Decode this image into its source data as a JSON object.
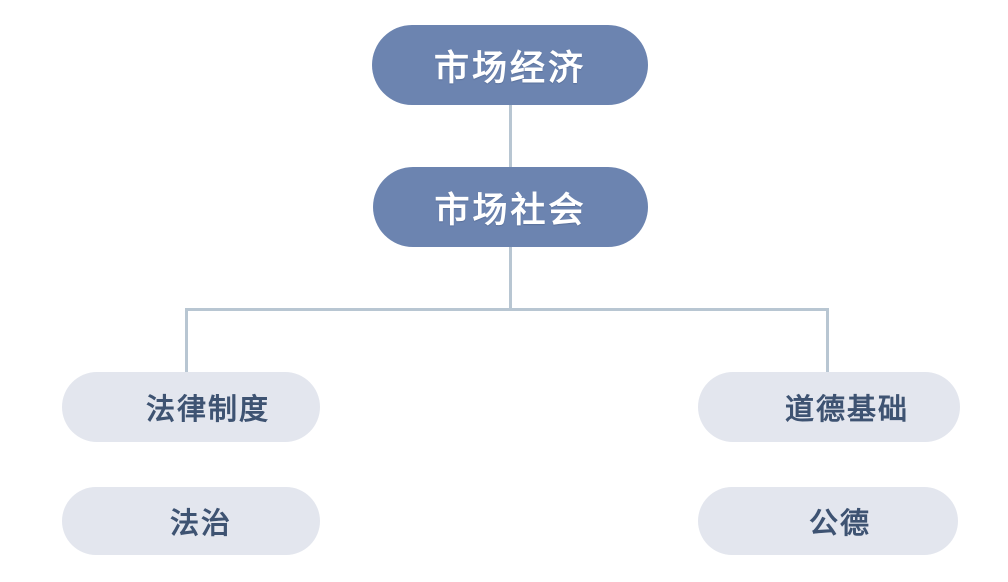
{
  "diagram": {
    "type": "hierarchy-tree",
    "orientation": "top-down",
    "colors": {
      "primary_fill": "#6c84b0",
      "primary_text": "#ffffff",
      "secondary_fill": "#e3e6ee",
      "secondary_text": "#3e5372",
      "connector": "#b8c6d2",
      "background": "#ffffff"
    },
    "nodes": {
      "market_economy": "市场经济",
      "market_society": "市场社会",
      "legal_system": "法律制度",
      "moral_basis": "道德基础",
      "rule_of_law": "法治",
      "public_morality": "公德"
    },
    "levels": [
      {
        "level": 1,
        "labels": [
          "市场经济"
        ]
      },
      {
        "level": 2,
        "labels": [
          "市场社会"
        ]
      },
      {
        "level": 3,
        "labels": [
          "法律制度",
          "道德基础"
        ]
      },
      {
        "level": 4,
        "labels": [
          "法治",
          "公德"
        ]
      }
    ],
    "edges": [
      {
        "from": "市场经济",
        "to": "市场社会",
        "style": "straight-vertical"
      },
      {
        "from": "市场社会",
        "to": "法律制度",
        "style": "elbow"
      },
      {
        "from": "市场社会",
        "to": "道德基础",
        "style": "elbow"
      }
    ]
  }
}
